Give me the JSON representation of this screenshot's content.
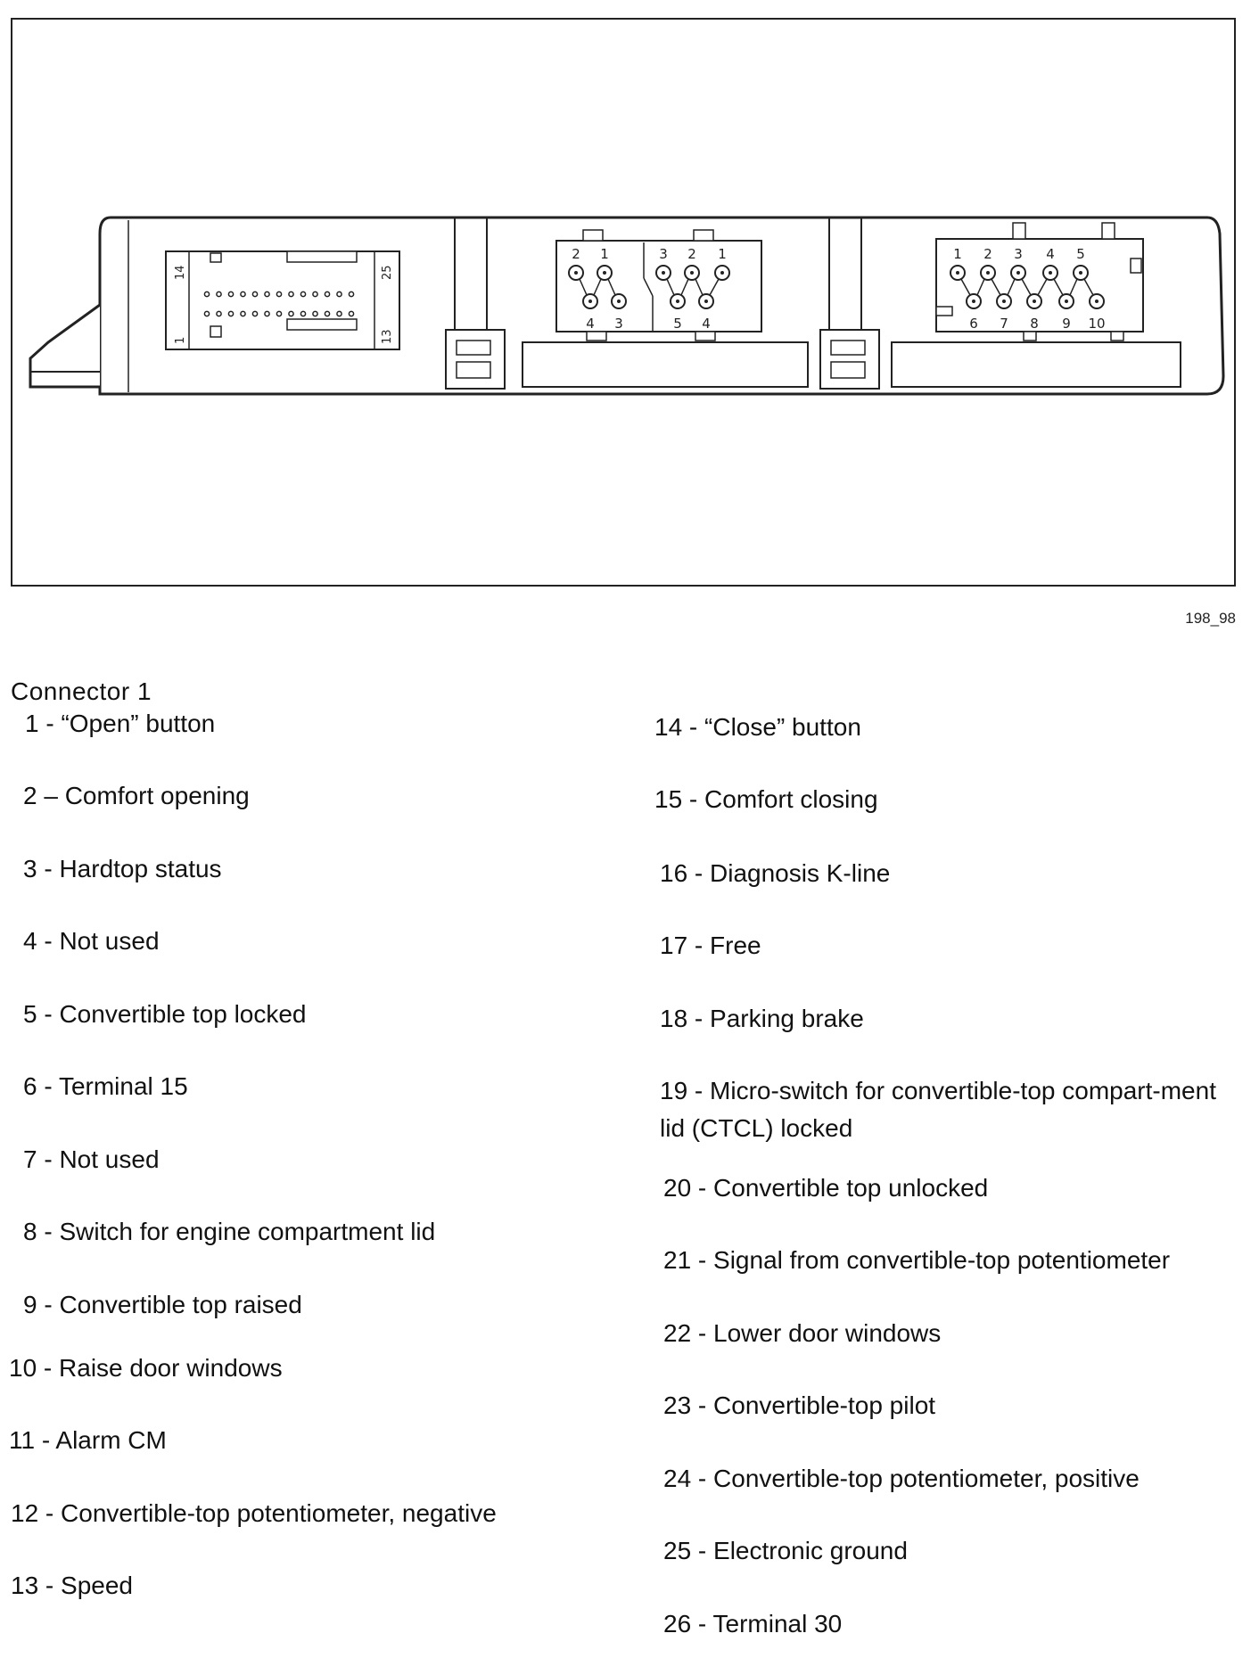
{
  "figure": {
    "id": "198_98",
    "connector1_end_labels": {
      "top_left": "14",
      "bottom_left": "1",
      "top_right": "25",
      "bottom_right": "13"
    },
    "connector2_pins": {
      "top": [
        "2",
        "1",
        "3",
        "2",
        "1"
      ],
      "bottom": [
        "4",
        "3",
        "5",
        "4"
      ]
    },
    "connector3_pins": {
      "top": [
        "1",
        "2",
        "3",
        "4",
        "5"
      ],
      "bottom": [
        "6",
        "7",
        "8",
        "9",
        "10"
      ]
    }
  },
  "connector_title": "Connector 1",
  "left_column": [
    "1 - “Open” button",
    "2 – Comfort opening",
    "3 - Hardtop status",
    "4 - Not used",
    "5 - Convertible top locked",
    "6 - Terminal 15",
    "7 - Not used",
    "8 - Switch for engine compartment lid",
    "9 - Convertible top raised",
    "10 - Raise door windows",
    "11 - Alarm CM",
    "12 - Convertible-top potentiometer, negative",
    "13 - Speed"
  ],
  "right_column": [
    "14 - “Close” button",
    "15 - Comfort closing",
    "16 - Diagnosis K-line",
    "17 - Free",
    "18 - Parking brake",
    "19 - Micro-switch for convertible-top compart-ment lid (CTCL) locked",
    "20 - Convertible top unlocked",
    "21 - Signal from convertible-top potentiometer",
    "22 - Lower door windows",
    "23 - Convertible-top pilot",
    "24 - Convertible-top potentiometer, positive",
    "25 - Electronic ground",
    "26 - Terminal 30"
  ]
}
